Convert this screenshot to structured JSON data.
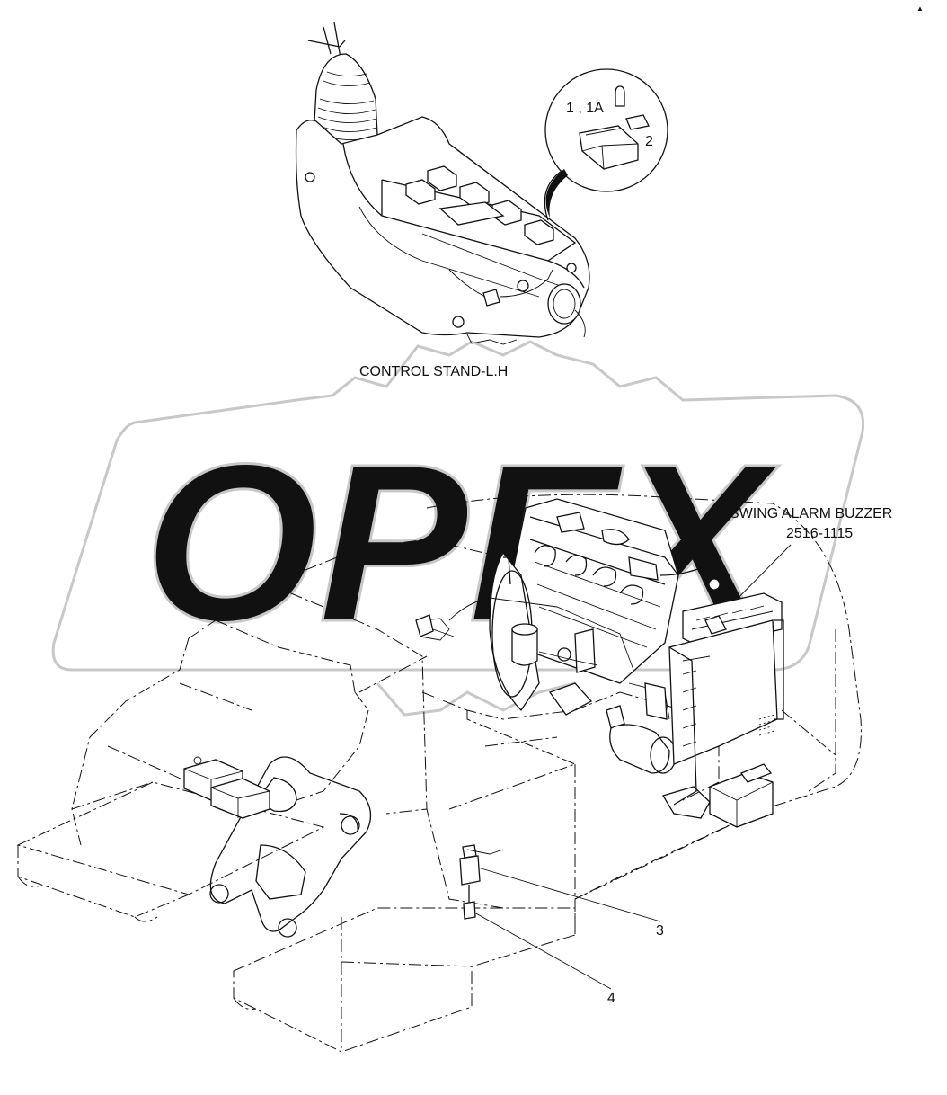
{
  "corner_mark": "▲",
  "watermark": {
    "text": "OPEX"
  },
  "labels": {
    "control_stand": "CONTROL STAND-L.H",
    "swing_alarm_title": "SWING ALARM BUZZER",
    "swing_alarm_part": "2516-1115",
    "callout_1": "1 , 1A",
    "callout_2": "2",
    "callout_3": "3",
    "callout_4": "4"
  }
}
